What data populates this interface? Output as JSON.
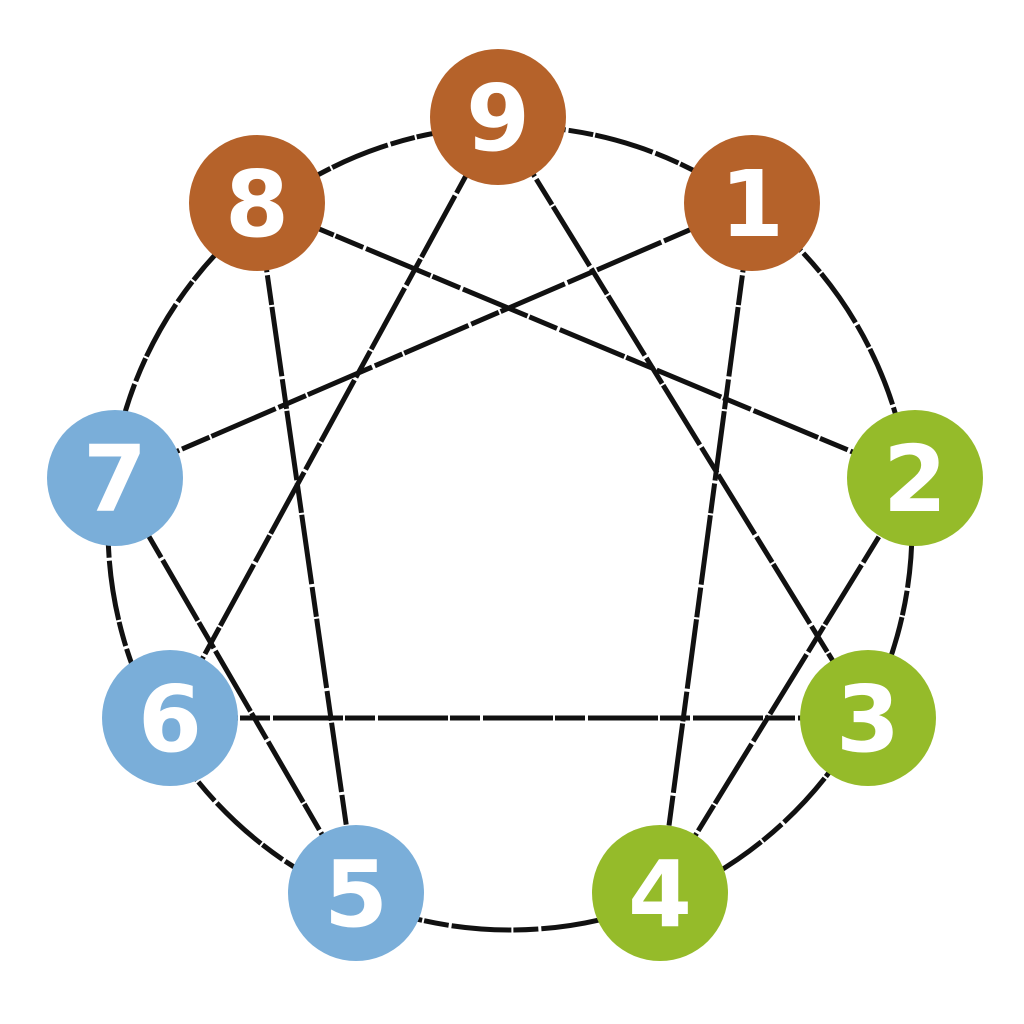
{
  "diagram": {
    "type": "enneagram",
    "colors": {
      "line": "#111111",
      "gut": "#b5622a",
      "heart": "#95bb2a",
      "head": "#7aaed9"
    },
    "nodes": [
      {
        "id": "9",
        "label": "9",
        "group": "gut"
      },
      {
        "id": "1",
        "label": "1",
        "group": "gut"
      },
      {
        "id": "2",
        "label": "2",
        "group": "heart"
      },
      {
        "id": "3",
        "label": "3",
        "group": "heart"
      },
      {
        "id": "4",
        "label": "4",
        "group": "heart"
      },
      {
        "id": "5",
        "label": "5",
        "group": "head"
      },
      {
        "id": "6",
        "label": "6",
        "group": "head"
      },
      {
        "id": "7",
        "label": "7",
        "group": "head"
      },
      {
        "id": "8",
        "label": "8",
        "group": "gut"
      }
    ],
    "edges": [
      [
        "1",
        "4"
      ],
      [
        "4",
        "2"
      ],
      [
        "2",
        "8"
      ],
      [
        "8",
        "5"
      ],
      [
        "5",
        "7"
      ],
      [
        "7",
        "1"
      ],
      [
        "9",
        "3"
      ],
      [
        "3",
        "6"
      ],
      [
        "6",
        "9"
      ]
    ]
  }
}
